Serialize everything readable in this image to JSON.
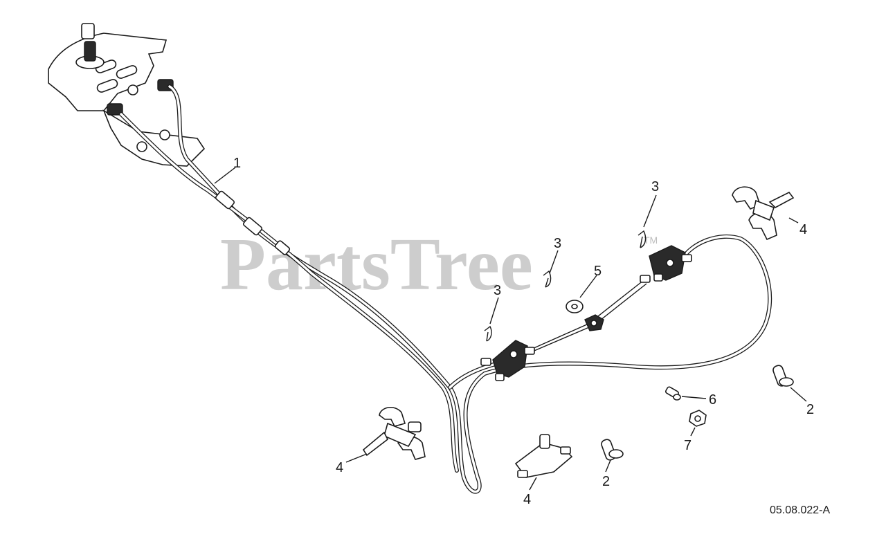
{
  "watermark": {
    "text": "PartsTree",
    "tm": "TM"
  },
  "drawing_code": "05.08.022-A",
  "callouts": {
    "c1": "1",
    "c2a": "2",
    "c2b": "2",
    "c3a": "3",
    "c3b": "3",
    "c3c": "3",
    "c4a": "4",
    "c4b": "4",
    "c4c": "4",
    "c5": "5",
    "c6": "6",
    "c7": "7"
  }
}
